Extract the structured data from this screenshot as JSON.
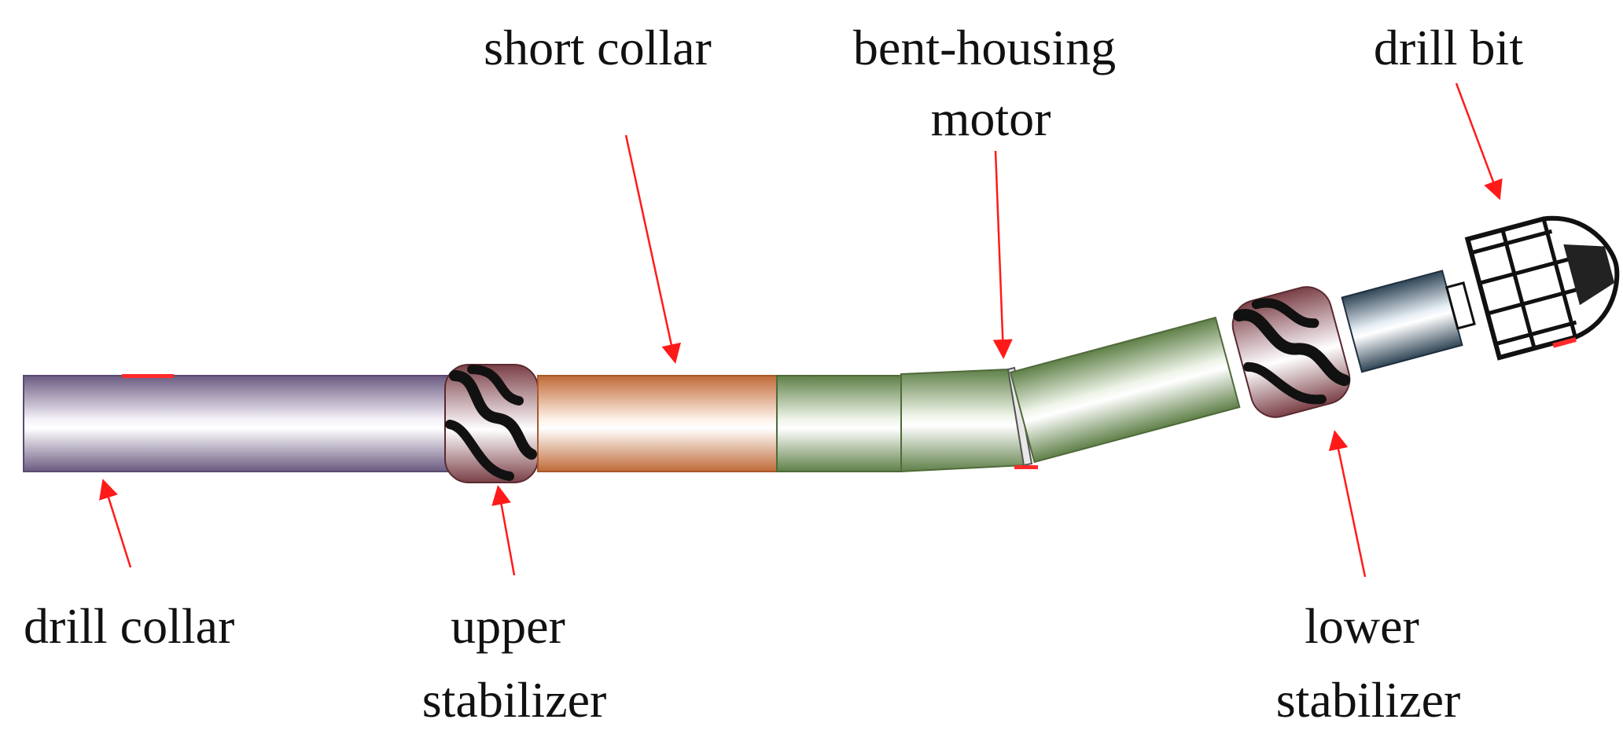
{
  "labels": {
    "drill_collar": [
      "drill collar"
    ],
    "upper_stabilizer": [
      "upper",
      "stabilizer"
    ],
    "short_collar": [
      "short collar"
    ],
    "bent_housing_motor": [
      "bent-housing",
      "motor"
    ],
    "lower_stabilizer": [
      "lower",
      "stabilizer"
    ],
    "drill_bit": [
      "drill bit"
    ]
  },
  "colors": {
    "arrow": "#ff1a1a",
    "drill_collar": "#7a6a90",
    "short_collar": "#c8774a",
    "motor": "#6f8f58",
    "stabilizer": "#8a4a4f",
    "bit_sub": "#3f5566",
    "blade": "#111111"
  }
}
